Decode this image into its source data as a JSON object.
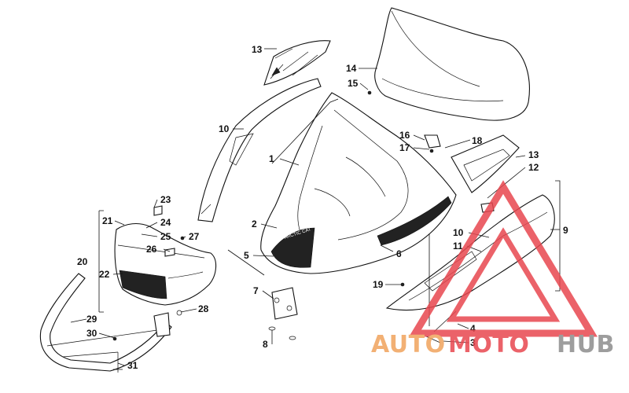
{
  "diagram": {
    "callouts": [
      "1",
      "2",
      "3",
      "4",
      "5",
      "6",
      "7",
      "8",
      "9",
      "10",
      "10",
      "11",
      "12",
      "13",
      "13",
      "14",
      "15",
      "16",
      "17",
      "18",
      "19",
      "20",
      "21",
      "22",
      "23",
      "24",
      "25",
      "26",
      "27",
      "28",
      "29",
      "30",
      "31"
    ]
  },
  "hood_graphic_text": "ARCTIC CAT",
  "watermark": {
    "part1": "AUTO",
    "part2": "MOTO",
    "part3": "HUB",
    "colors": {
      "orange": "#f0a35c",
      "red": "#e8474f",
      "gray": "#8c8c8c"
    }
  }
}
